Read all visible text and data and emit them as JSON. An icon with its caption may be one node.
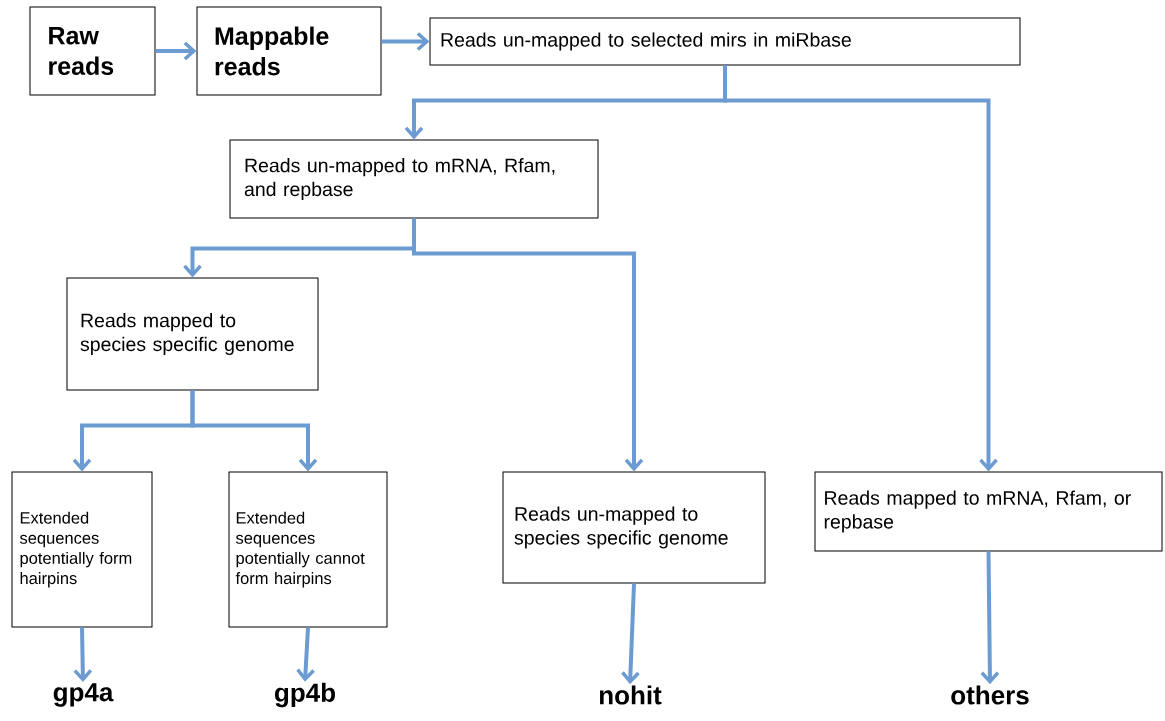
{
  "diagram": {
    "nodes": [
      {
        "text": [
          "Raw reads"
        ]
      },
      {
        "text": [
          "Mappable reads"
        ]
      },
      {
        "text": [
          "Reads un-mapped to selected mirs in miRbase"
        ]
      },
      {
        "text": [
          "Reads un-mapped to mRNA, Rfam, and repbase"
        ]
      },
      {
        "text": [
          "Reads mapped to species specific genome"
        ]
      },
      {
        "text": [
          "Extended sequences potentially form hairpins"
        ]
      },
      {
        "text": [
          "Extended sequences potentially cannot form hairpins"
        ]
      },
      {
        "text": [
          "Reads un-mapped to species specific genome"
        ]
      },
      {
        "text": [
          "Reads mapped to mRNA, Rfam, or repbase"
        ]
      },
      {
        "text": [
          "gp4a"
        ]
      },
      {
        "text": [
          "gp4b"
        ]
      },
      {
        "text": [
          "nohit"
        ]
      },
      {
        "text": [
          "others"
        ]
      }
    ],
    "edges": [
      {
        "from": 0,
        "to": 1,
        "arrow": "to"
      },
      {
        "from": 1,
        "to": 2,
        "arrow": "to"
      },
      {
        "from": 2,
        "to": 3,
        "arrow": "to"
      },
      {
        "from": 2,
        "to": 8,
        "arrow": "to"
      },
      {
        "from": 3,
        "to": 4,
        "arrow": "to"
      },
      {
        "from": 3,
        "to": 7,
        "arrow": "to"
      },
      {
        "from": 4,
        "to": 5,
        "arrow": "to"
      },
      {
        "from": 4,
        "to": 6,
        "arrow": "to"
      },
      {
        "from": 5,
        "to": 9,
        "arrow": "to"
      },
      {
        "from": 6,
        "to": 10,
        "arrow": "to"
      },
      {
        "from": 7,
        "to": 11,
        "arrow": "to"
      },
      {
        "from": 8,
        "to": 12,
        "arrow": "to"
      }
    ]
  }
}
